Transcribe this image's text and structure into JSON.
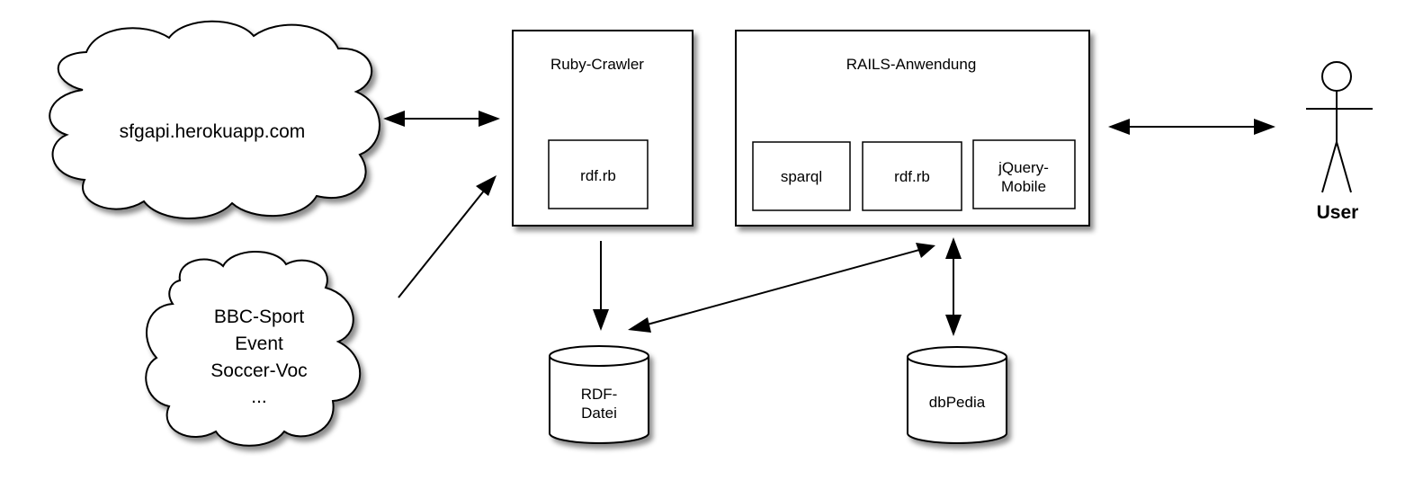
{
  "crawler": {
    "title": "Ruby-Crawler",
    "lib": "rdf.rb"
  },
  "rails": {
    "title": "RAILS-Anwendung",
    "components": [
      "sparql",
      "rdf.rb",
      "jQuery-\nMobile"
    ]
  },
  "clouds": {
    "api": "sfgapi.herokuapp.com",
    "vocab": [
      "BBC-Sport",
      "Event",
      "Soccer-Voc",
      "..."
    ]
  },
  "stores": {
    "rdf_file": "RDF-\nDatei",
    "dbpedia": "dbPedia"
  },
  "actor": {
    "label": "User"
  }
}
